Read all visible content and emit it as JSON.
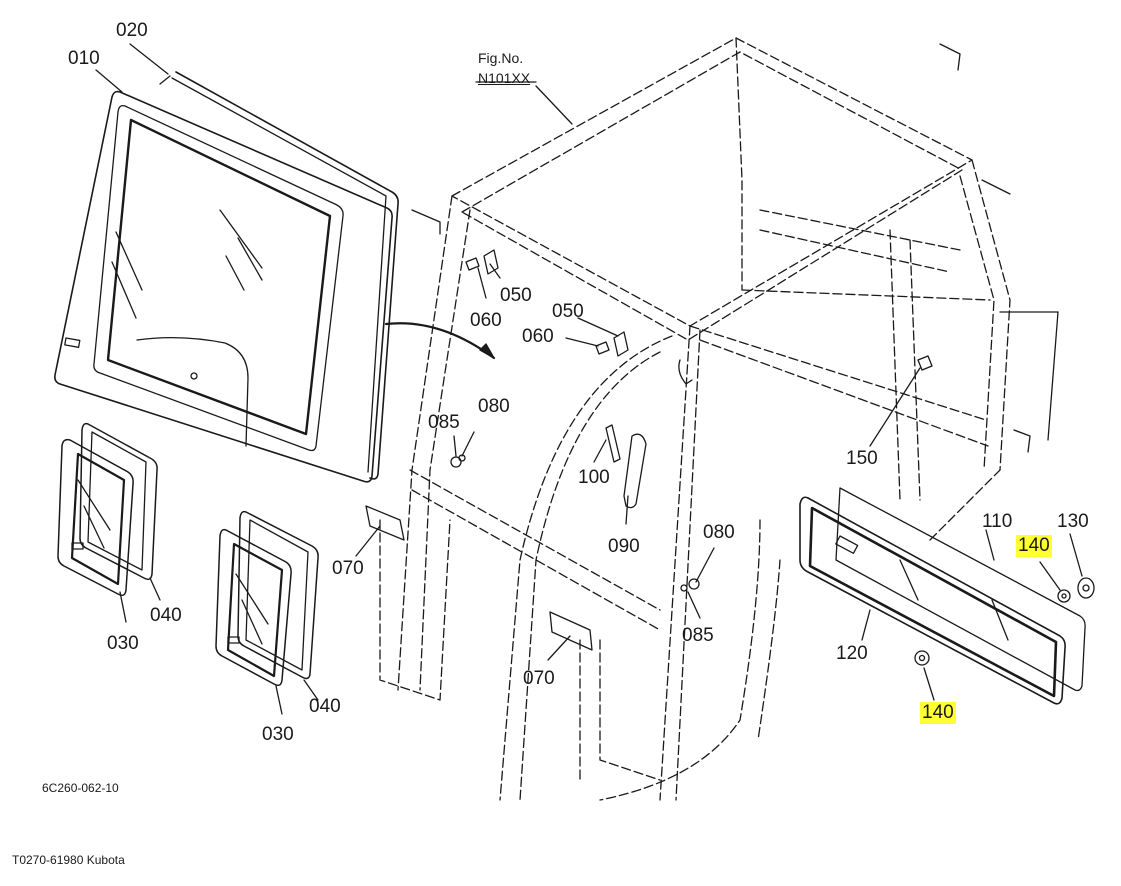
{
  "figure": {
    "fig_title": "Fig.No.",
    "fig_number": "N101XX",
    "drawing_code": "6C260-062-10",
    "footer_code": "T0270-61980 Kubota"
  },
  "callouts": {
    "c010": "010",
    "c020": "020",
    "c030a": "030",
    "c030b": "030",
    "c040a": "040",
    "c040b": "040",
    "c050a": "050",
    "c050b": "050",
    "c060a": "060",
    "c060b": "060",
    "c070a": "070",
    "c070b": "070",
    "c080a": "080",
    "c080b": "080",
    "c085a": "085",
    "c085b": "085",
    "c090": "090",
    "c100": "100",
    "c110": "110",
    "c120": "120",
    "c130": "130",
    "c140a": "140",
    "c140b": "140",
    "c150": "150"
  },
  "colors": {
    "highlight": "#ffff33",
    "line": "#1a1a1a",
    "background": "#ffffff"
  }
}
